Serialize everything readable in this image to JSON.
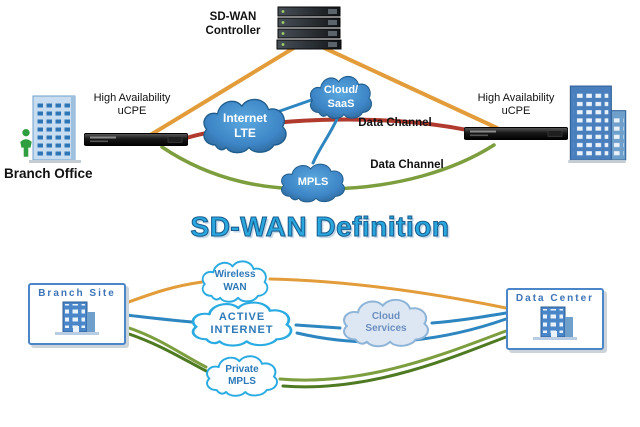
{
  "diagram_top": {
    "controller_label": "SD-WAN\nController",
    "left_appliance_caption": "High Availability\nuCPE",
    "right_appliance_caption": "High Availability\nuCPE",
    "branch_office_label": "Branch Office",
    "cloud_internet_lte": "Internet\nLTE",
    "cloud_saas": "Cloud/\nSaaS",
    "cloud_mpls": "MPLS",
    "data_channel_upper": "Data Channel",
    "data_channel_lower": "Data Channel"
  },
  "title": "SD-WAN Definition",
  "diagram_bottom": {
    "branch_site_label": "Branch Site",
    "data_center_label": "Data Center",
    "cloud_wireless_wan": "Wireless\nWAN",
    "cloud_active_internet": "ACTIVE\nINTERNET",
    "cloud_private_mpls": "Private\nMPLS",
    "cloud_services": "Cloud\nServices"
  },
  "colors": {
    "orange_link": "#E39C3A",
    "red_link": "#B03A2E",
    "green_link": "#7C9E3E",
    "green_link_dark": "#4E7A22",
    "blue_link": "#2E86C1",
    "cloud_fill_blue": "#3D85C6",
    "cloud_outline_blue": "#29ABE2",
    "title_color": "#29A8E0"
  }
}
